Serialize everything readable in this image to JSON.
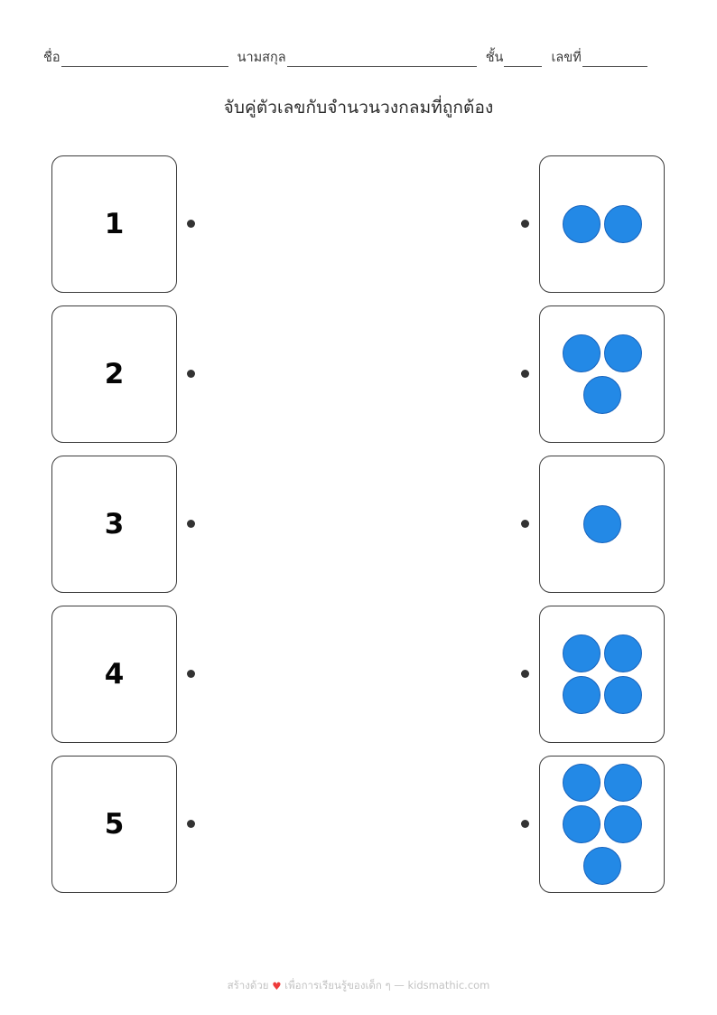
{
  "header": {
    "fields": [
      {
        "label": "ชื่อ",
        "blank_class": "blank-name"
      },
      {
        "label": "นามสกุล",
        "blank_class": "blank-sur"
      },
      {
        "label": "ชั้น",
        "blank_class": "blank-class"
      },
      {
        "label": "เลขที่",
        "blank_class": "blank-no"
      }
    ]
  },
  "title": "จับคู่ตัวเลขกับจำนวนวงกลมที่ถูกต้อง",
  "worksheet": {
    "rows": [
      {
        "number": "1",
        "circle_count": 2
      },
      {
        "number": "2",
        "circle_count": 3
      },
      {
        "number": "3",
        "circle_count": 1
      },
      {
        "number": "4",
        "circle_count": 4
      },
      {
        "number": "5",
        "circle_count": 5
      }
    ]
  },
  "footer": {
    "text_before": "สร้างด้วย",
    "heart": "♥",
    "text_after": "เพื่อการเรียนรู้ของเด็ก ๆ — kidsmathic.com"
  },
  "colors": {
    "circle_fill": "#2389e6",
    "circle_stroke": "#1763bd",
    "card_border": "#3c3c3c",
    "dot": "#333333",
    "heart": "#ee3b3b",
    "footer_text": "#c3c3c3"
  }
}
